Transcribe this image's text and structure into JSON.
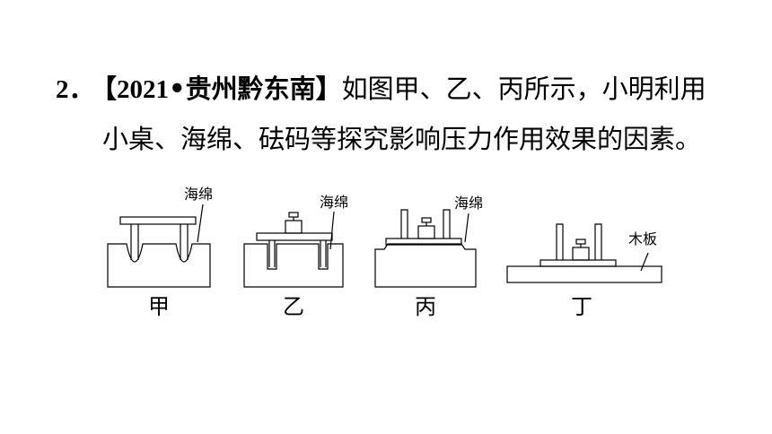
{
  "question": {
    "number": "2．",
    "source_open": "【",
    "source_year": "2021",
    "source_region": "•贵州黔东南",
    "source_close": "】",
    "line1_text": "如图甲、乙、丙所示，小明利用",
    "line2_text": "小桌、海绵、砝码等探究影响压力作用效果的因素。"
  },
  "figure": {
    "panels": [
      {
        "caption": "甲",
        "material_label": "海绵"
      },
      {
        "caption": "乙",
        "material_label": "海绵"
      },
      {
        "caption": "丙",
        "material_label": "海绵"
      },
      {
        "caption": "丁",
        "material_label": "木板"
      }
    ]
  }
}
